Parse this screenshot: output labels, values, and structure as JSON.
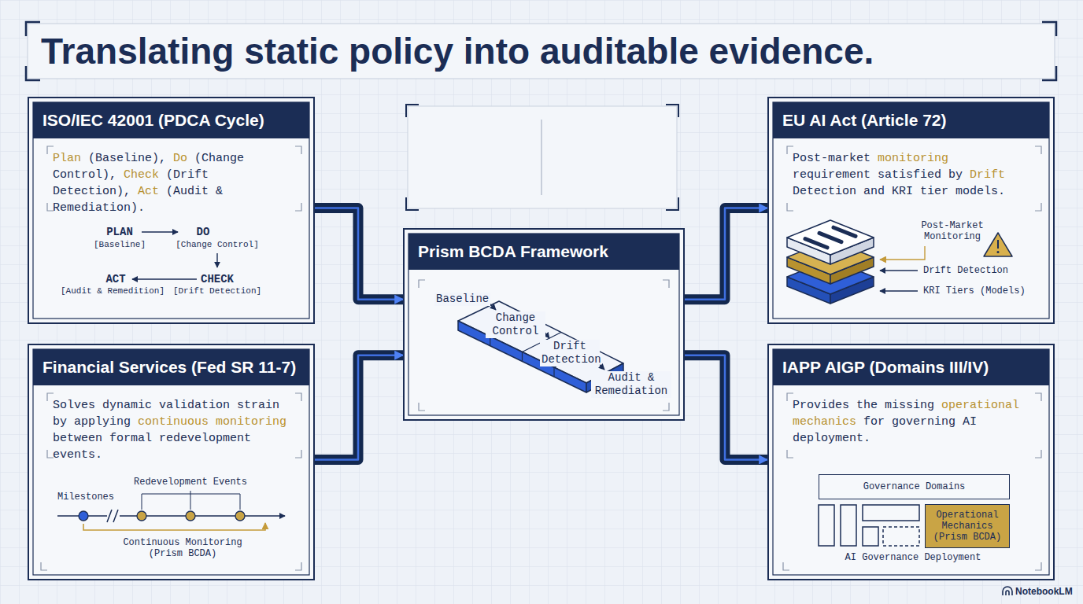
{
  "diagram": {
    "title": "Translating static policy into auditable evidence.",
    "nodes": [
      {
        "text": [
          "ISO/IEC 42001 (PDCA Cycle)",
          "Plan (Baseline), Do (Change Control), Check (Drift Detection), Act (Audit & Remediation)."
        ]
      },
      {
        "text": [
          "Prism BCDA Framework"
        ]
      },
      {
        "text": [
          "EU AI Act (Article 72)",
          "Post-market monitoring requirement satisfied by Drift Detection and KRI tier models."
        ]
      },
      {
        "text": [
          "Financial Services (Fed SR 11-7)",
          "Solves dynamic validation strain by applying continuous monitoring between formal redevelopment events."
        ]
      },
      {
        "text": [
          "IAPP AIGP (Domains III/IV)",
          "Provides the missing operational mechanics for governing AI deployment."
        ]
      },
      {
        "text": [
          "Governance Domains"
        ],
        "in": 4
      },
      {
        "text": [
          "Operational Mechanics (Prism BCDA)"
        ],
        "in": 4
      }
    ],
    "edges": [
      {
        "from": 0,
        "to": 1,
        "arrow": "to"
      },
      {
        "from": 3,
        "to": 1,
        "arrow": "to"
      },
      {
        "from": 1,
        "to": 2,
        "arrow": "to"
      },
      {
        "from": 1,
        "to": 4,
        "arrow": "to"
      }
    ],
    "labels": [
      "PLAN",
      "[Baseline]",
      "DO",
      "[Change Control]",
      "ACT",
      "[Audit & Remedition]",
      "CHECK",
      "[Drift Detection]",
      "Baseline",
      "Change Control",
      "Drift Detection",
      "Audit & Remediation",
      "Post-Market Monitoring",
      "Drift Detection",
      "KRI Tiers (Models)",
      "Redevelopment Events",
      "Milestones",
      "Continuous Monitoring (Prism BCDA)",
      "AI Governance Deployment",
      "NotebookLM"
    ]
  }
}
